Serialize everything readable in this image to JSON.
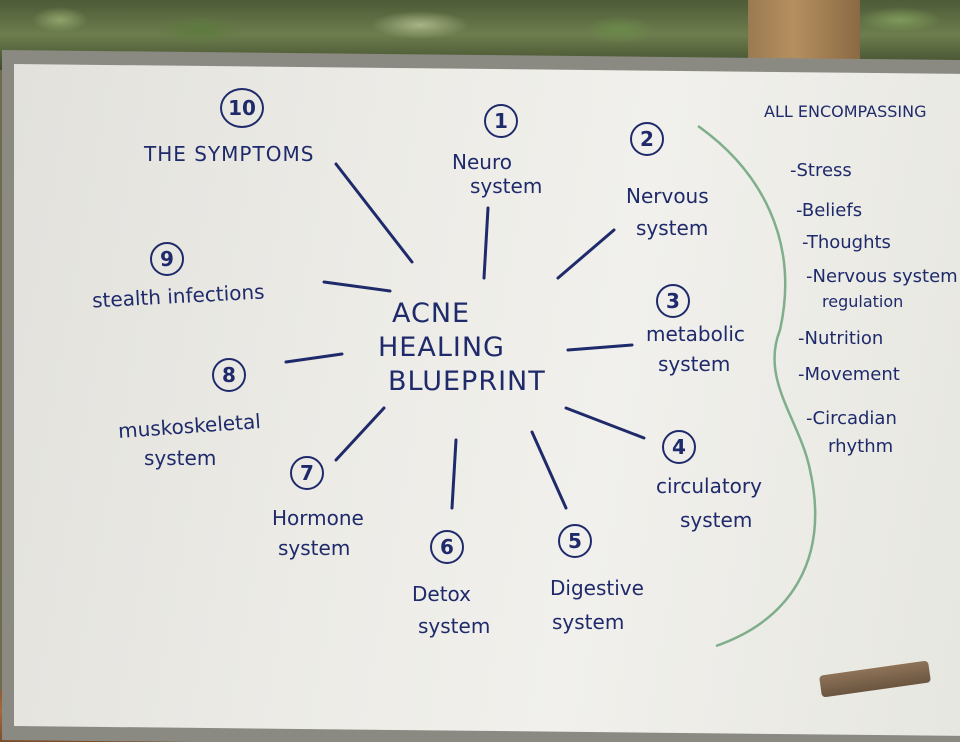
{
  "whiteboard": {
    "center": [
      "ACNE",
      "HEALING",
      "BLUEPRINT"
    ],
    "systems": [
      {
        "number": "1",
        "lines": [
          "Neuro",
          "system"
        ]
      },
      {
        "number": "2",
        "lines": [
          "Nervous",
          "system"
        ]
      },
      {
        "number": "3",
        "lines": [
          "metabolic",
          "system"
        ]
      },
      {
        "number": "4",
        "lines": [
          "circulatory",
          "system"
        ]
      },
      {
        "number": "5",
        "lines": [
          "Digestive",
          "system"
        ]
      },
      {
        "number": "6",
        "lines": [
          "Detox",
          "system"
        ]
      },
      {
        "number": "7",
        "lines": [
          "Hormone",
          "system"
        ]
      },
      {
        "number": "8",
        "lines": [
          "muskoskeletal",
          "system"
        ]
      },
      {
        "number": "9",
        "lines": [
          "stealth infections"
        ]
      },
      {
        "number": "10",
        "lines": [
          "THE SYMPTOMS"
        ]
      }
    ],
    "all_encompassing": {
      "title": "ALL ENCOMPASSING",
      "items": [
        "-Stress",
        "-Beliefs",
        "-Thoughts",
        "-Nervous system",
        "regulation",
        "-Nutrition",
        "-Movement",
        "-Circadian",
        "rhythm"
      ]
    }
  },
  "colors": {
    "ink": "#1f2a6b",
    "divider": "#7fae8a",
    "board": "#ecebe6"
  }
}
